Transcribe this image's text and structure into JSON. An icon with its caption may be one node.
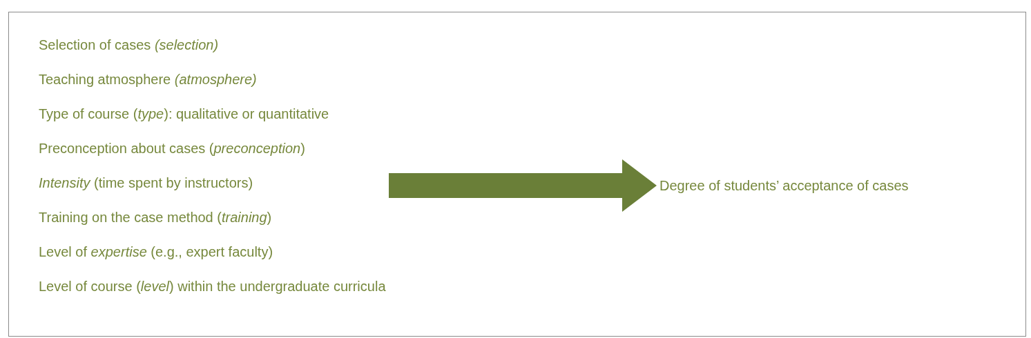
{
  "diagram": {
    "nodes": [
      {
        "text": [
          "Selection of cases *(selection)*",
          "Teaching atmosphere *(atmosphere)*",
          "Type of course (*type*): qualitative or quantitative",
          "Preconception about cases (*preconception*)",
          "*Intensity* (time spent by instructors)",
          "Training on the case method (*training*)",
          "Level of *expertise* (e.g., expert faculty)",
          "Level of course (*level*) within the undergraduate curricula"
        ]
      },
      {
        "text": [
          "Degree of students’ acceptance of cases"
        ]
      }
    ],
    "edges": [
      {
        "from": 0,
        "to": 1,
        "arrow": "to",
        "style": "thick",
        "color": "#6a7f38"
      }
    ]
  }
}
